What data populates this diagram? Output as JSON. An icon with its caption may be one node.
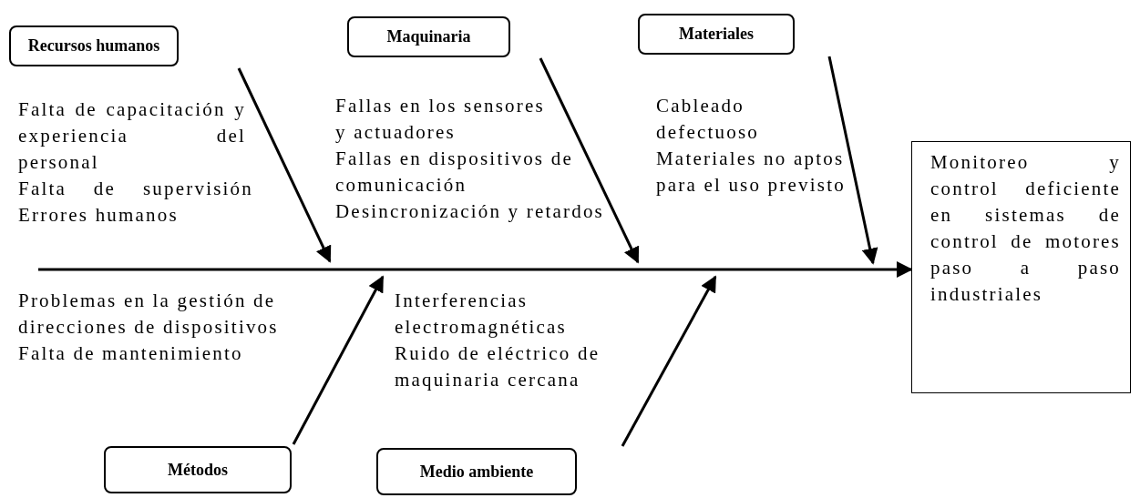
{
  "diagram": {
    "nodes": [
      {
        "text": [
          "Recursos humanos"
        ]
      },
      {
        "text": [
          "Maquinaria"
        ]
      },
      {
        "text": [
          "Materiales"
        ]
      },
      {
        "text": [
          "Métodos"
        ]
      },
      {
        "text": [
          "Medio ambiente"
        ]
      },
      {
        "text": [
          "Monitoreo y control deficiente en sistemas de control de motores paso a paso industriales"
        ]
      }
    ],
    "edges": [
      {
        "from": null,
        "to": 5,
        "arrow": "to"
      },
      {
        "from": 0,
        "to": null,
        "arrow": "to"
      },
      {
        "from": 1,
        "to": null,
        "arrow": "to"
      },
      {
        "from": 2,
        "to": null,
        "arrow": "to"
      },
      {
        "from": 3,
        "to": null,
        "arrow": "to"
      },
      {
        "from": 4,
        "to": null,
        "arrow": "to"
      }
    ],
    "labels": [
      "Falta de capacitación y experiencia del personal",
      "Falta de supervisión",
      "Errores humanos",
      "Fallas en los sensores y actuadores",
      "Fallas en dispositivos de comunicación",
      "Desincronización y retardos",
      "Cableado defectuoso",
      "Materiales no aptos para el uso previsto",
      "Problemas en la gestión de direcciones de dispositivos",
      "Falta de mantenimiento",
      "Interferencias electromagnéticas",
      "Ruido de eléctrico de maquinaria cercana"
    ]
  }
}
